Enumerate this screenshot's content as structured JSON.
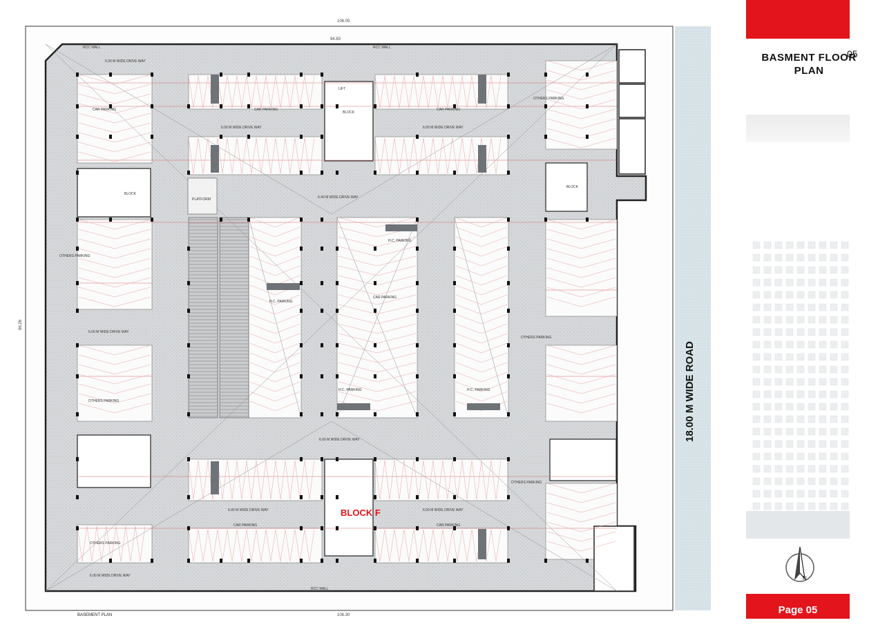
{
  "header": {
    "title_line1": "BASMENT FLOOR",
    "title_sup": "05",
    "title_line2": "PLAN",
    "page_label": "Page 05"
  },
  "plan": {
    "road_label": "18.00 M WIDE ROAD",
    "block_label": "BLOCK F",
    "caption": "BASEMENT PLAN",
    "dim_top": "106.05",
    "dim_bottom": "106.30",
    "dim_left": "96.26",
    "dim_inner_top": "94.63",
    "platform_label": "PLATFORM",
    "drive_way": "6.00 M WIDE DRIVE WAY",
    "drive_way_center": "6.40 M WIDE DRIVE WAY",
    "car_parking": "CAR PARKING",
    "hc_parking": "H.C. PARKING",
    "others_parking": "OTHERS PARKING",
    "rcc_wall": "RCC WALL",
    "lift": "LIFT",
    "block": "BLOCK",
    "green": "#e3141b"
  }
}
